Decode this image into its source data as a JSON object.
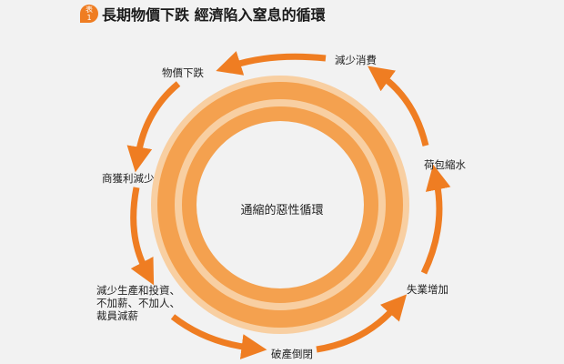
{
  "header": {
    "badge_top": "表",
    "badge_bottom": "1",
    "title": "長期物價下跌  經濟陷入窒息的循環"
  },
  "center": {
    "label": "通縮的惡性循環"
  },
  "cycle": {
    "steps": [
      {
        "label": "物價下跌"
      },
      {
        "label": "商獲利減少"
      },
      {
        "lines": [
          "減少生產和投資、",
          "不加薪、不加人、",
          "裁員減薪"
        ]
      },
      {
        "label": "破產倒閉"
      },
      {
        "label": "失業增加"
      },
      {
        "label": "荷包縮水"
      },
      {
        "label": "減少消費"
      }
    ]
  },
  "colors": {
    "accent": "#ef7d22",
    "ring_dark": "#f4a14f",
    "ring_light": "#f8cfa2",
    "background": "#f2f2f2"
  }
}
